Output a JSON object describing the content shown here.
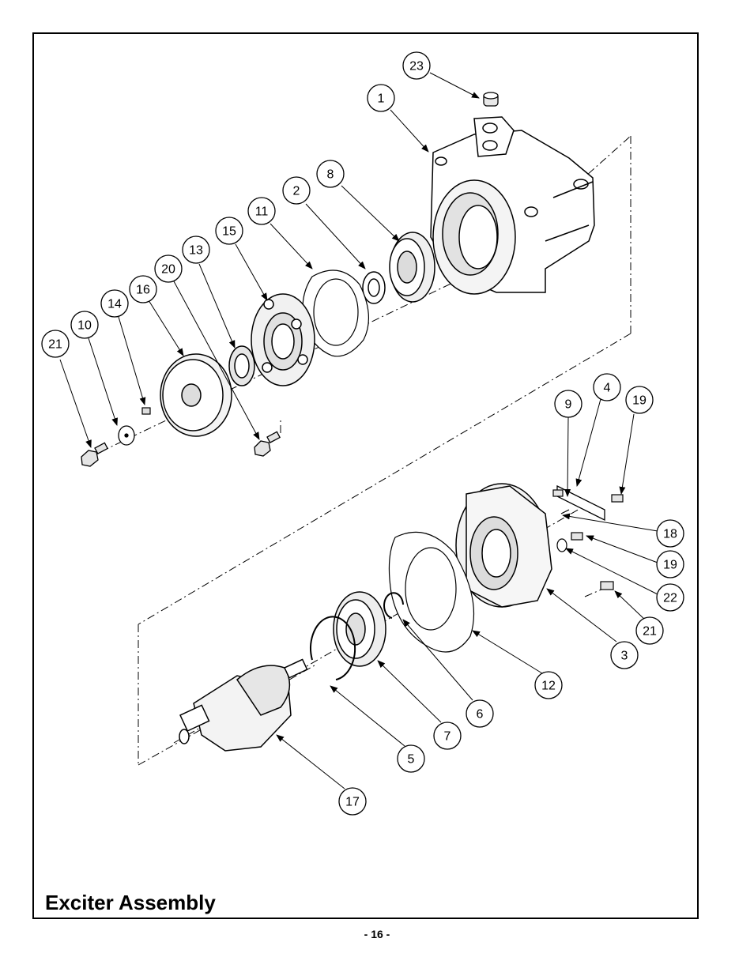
{
  "title": "Exciter Assembly",
  "page_number": "- 16 -",
  "callouts": [
    {
      "id": "c23-upper",
      "label": "23"
    },
    {
      "id": "c1",
      "label": "1"
    },
    {
      "id": "c8",
      "label": "8"
    },
    {
      "id": "c2",
      "label": "2"
    },
    {
      "id": "c11",
      "label": "11"
    },
    {
      "id": "c15",
      "label": "15"
    },
    {
      "id": "c13",
      "label": "13"
    },
    {
      "id": "c20",
      "label": "20"
    },
    {
      "id": "c16",
      "label": "16"
    },
    {
      "id": "c14",
      "label": "14"
    },
    {
      "id": "c10",
      "label": "10"
    },
    {
      "id": "c21-upper",
      "label": "21"
    },
    {
      "id": "c4",
      "label": "4"
    },
    {
      "id": "c9",
      "label": "9"
    },
    {
      "id": "c19-upper",
      "label": "19"
    },
    {
      "id": "c18",
      "label": "18"
    },
    {
      "id": "c19-lower",
      "label": "19"
    },
    {
      "id": "c22",
      "label": "22"
    },
    {
      "id": "c21-lower",
      "label": "21"
    },
    {
      "id": "c3",
      "label": "3"
    },
    {
      "id": "c12",
      "label": "12"
    },
    {
      "id": "c6",
      "label": "6"
    },
    {
      "id": "c7",
      "label": "7"
    },
    {
      "id": "c5",
      "label": "5"
    },
    {
      "id": "c17",
      "label": "17"
    }
  ]
}
